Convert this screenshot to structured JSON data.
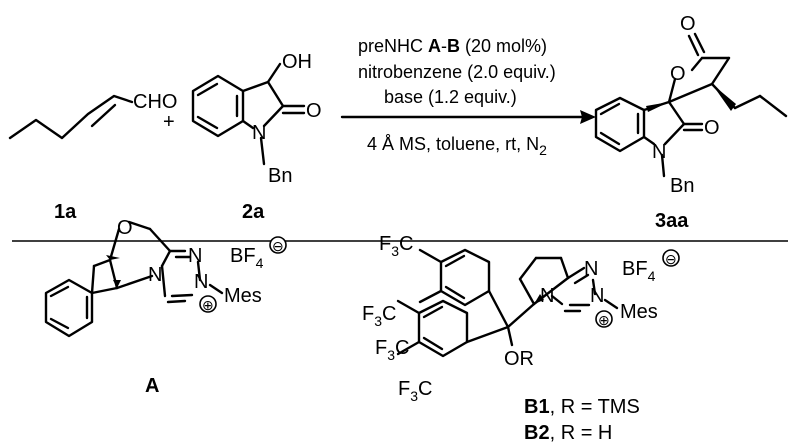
{
  "scheme": {
    "reactant_1": {
      "groups": [
        "CHO"
      ],
      "label": "1a"
    },
    "plus_sign": "+",
    "reactant_2": {
      "groups": [
        "OH",
        "O",
        "N",
        "Bn"
      ],
      "label": "2a"
    },
    "conditions": {
      "line_1": [
        "preNHC ",
        "A",
        "-",
        "B",
        " (20 mol%)"
      ],
      "line_2": "nitrobenzene (2.0 equiv.)",
      "line_3": "base (1.2 equiv.)",
      "line_4": [
        "4 Å MS, toluene, rt, N",
        "2"
      ]
    },
    "product": {
      "groups": [
        "O",
        "O",
        "O",
        "N",
        "Bn"
      ],
      "label": "3aa"
    }
  },
  "catalysts": {
    "A": {
      "atoms": [
        "O",
        "N",
        "N",
        "N",
        "Mes"
      ],
      "counterion": [
        "BF",
        "4"
      ],
      "charge": "⊖",
      "cation": "⊕",
      "label": "A"
    },
    "B": {
      "atoms": [
        "N",
        "N",
        "N",
        "Mes",
        "OR"
      ],
      "cf3": [
        [
          "F",
          "3",
          "C"
        ],
        [
          "F",
          "3",
          "C"
        ],
        [
          "F",
          "3",
          "C"
        ],
        [
          "F",
          "3",
          "C"
        ]
      ],
      "counterion": [
        "BF",
        "4"
      ],
      "charge": "⊖",
      "cation": "⊕",
      "variants": [
        {
          "label": "B1",
          "text": ", R = TMS"
        },
        {
          "label": "B2",
          "text": ", R = H"
        }
      ]
    }
  }
}
